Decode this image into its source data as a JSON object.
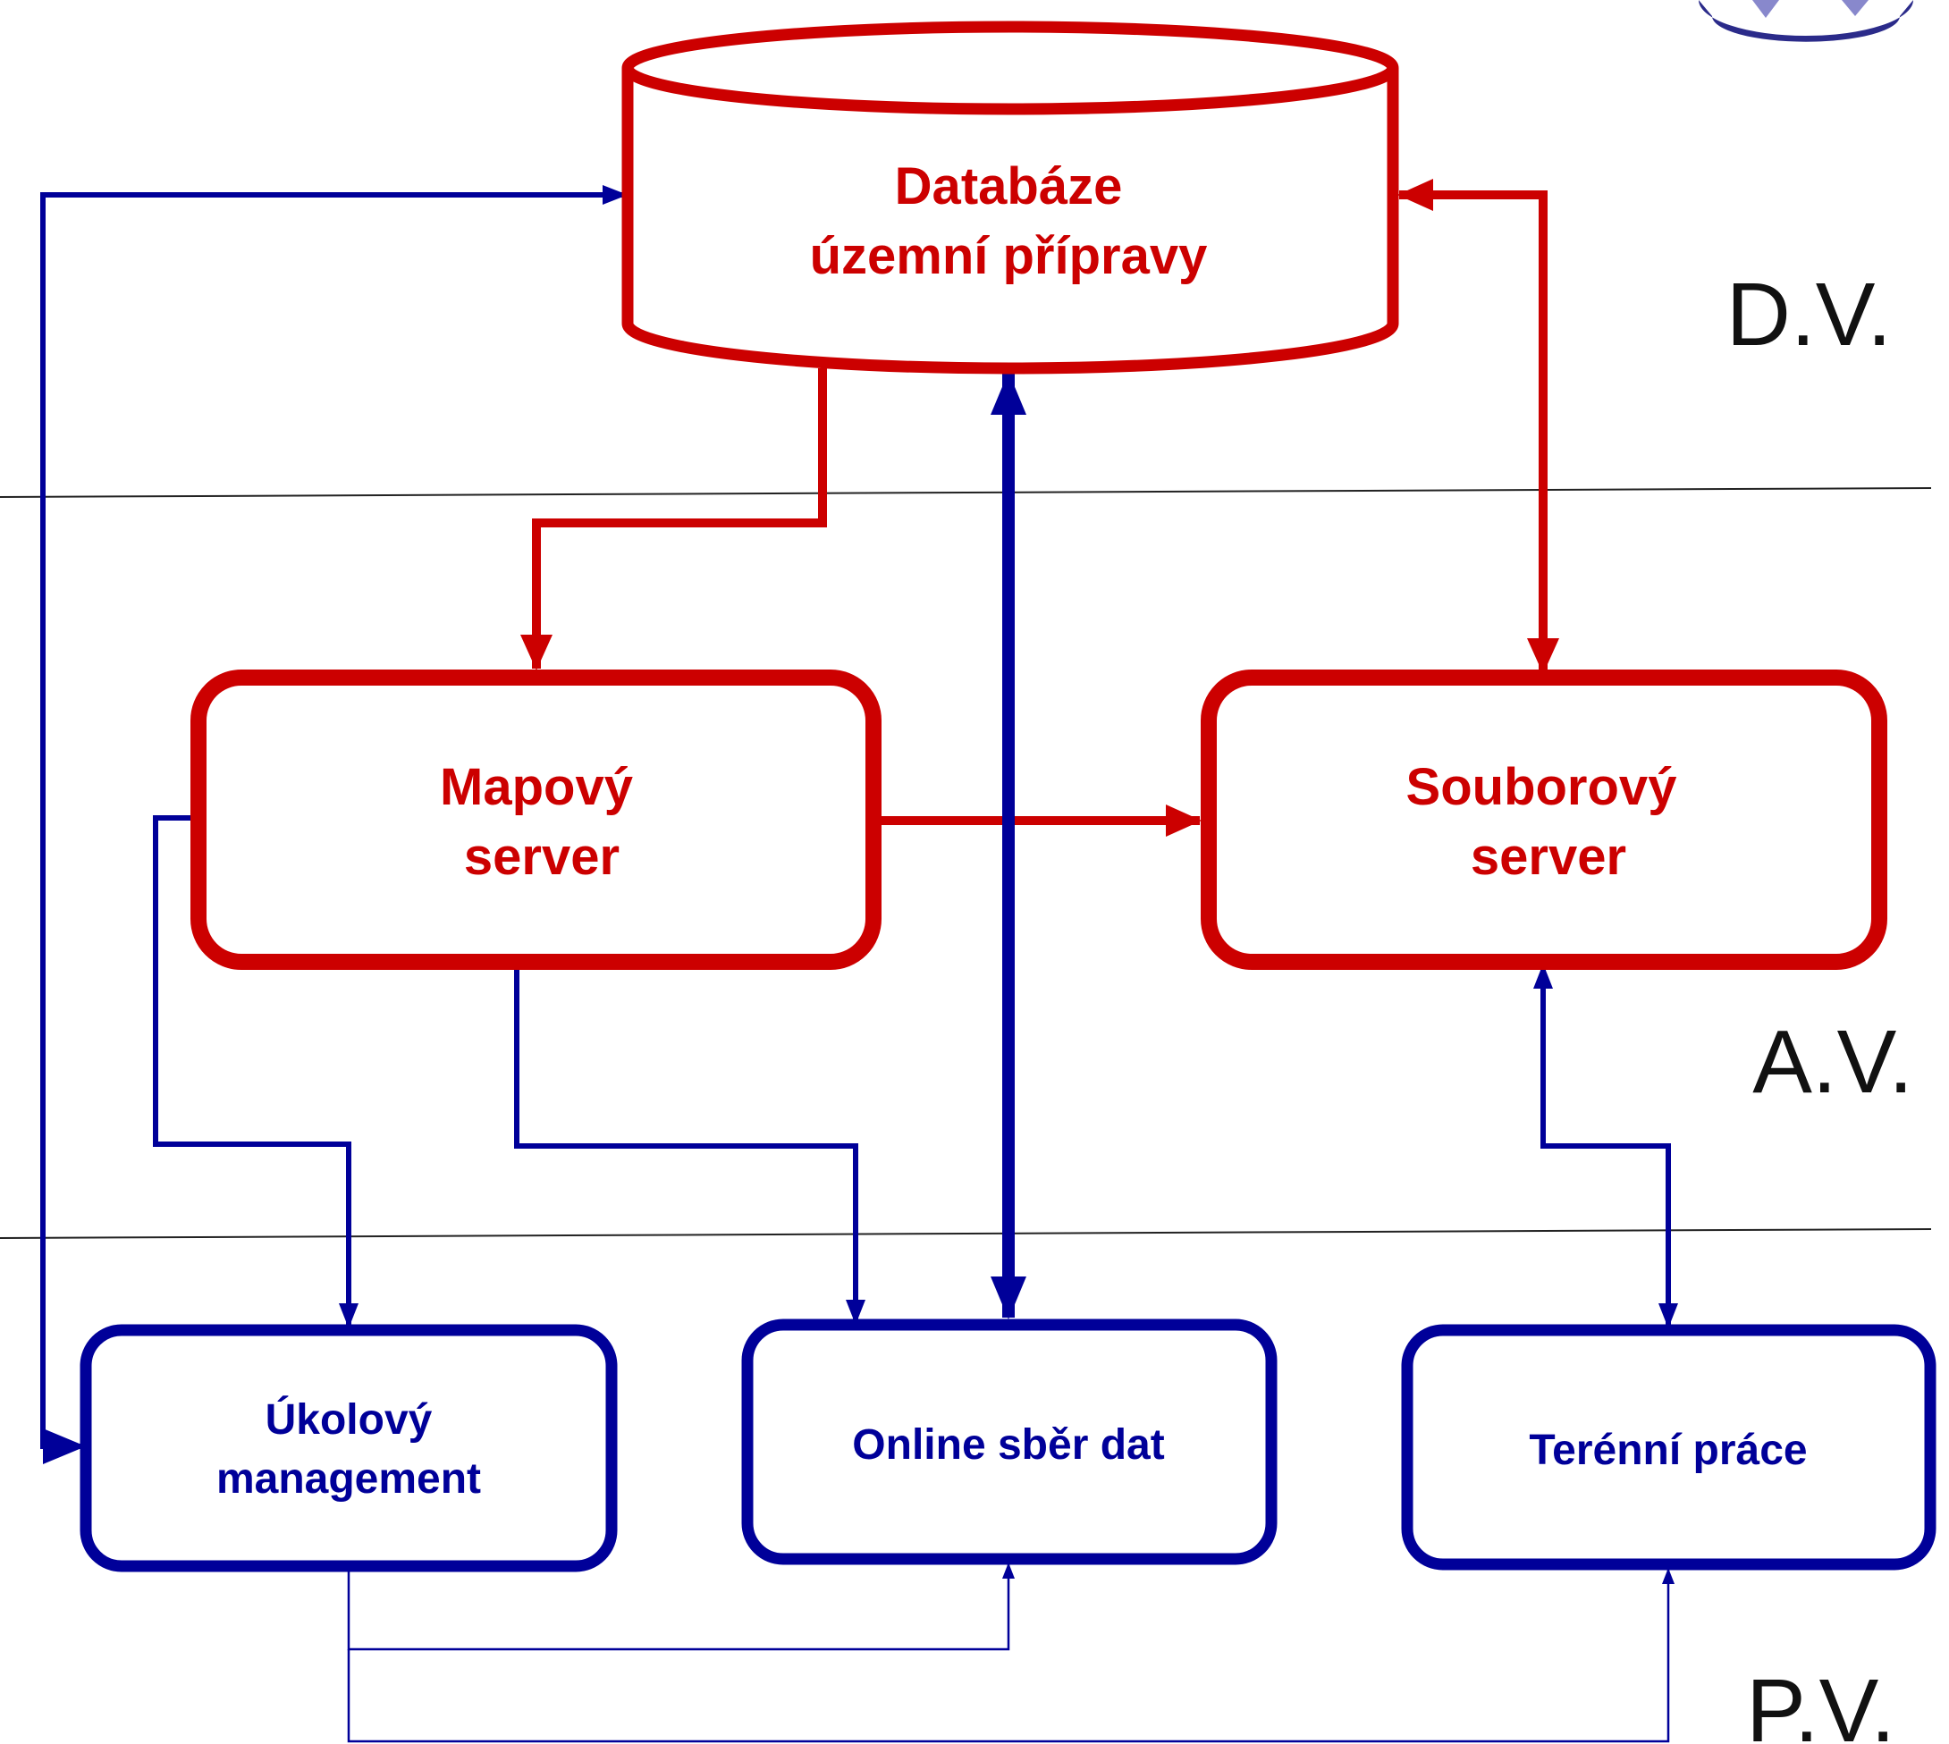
{
  "colors": {
    "red": "#CC0000",
    "blue": "#000099",
    "divider": "#222222",
    "text_dark": "#111111",
    "logo": "#2B2B8A"
  },
  "nodes": {
    "database": {
      "line1": "Databáze",
      "line2": "územní přípravy"
    },
    "map_server": {
      "line1": "Mapový",
      "line2": "server"
    },
    "file_server": {
      "line1": "Souborový",
      "line2": "server"
    },
    "task_management": {
      "line1": "Úkolový",
      "line2": "management"
    },
    "online_collection": {
      "line1": "Online sběr dat"
    },
    "field_work": {
      "line1": "Terénní práce"
    }
  },
  "levels": {
    "dv": "D.V.",
    "av": "A.V.",
    "pv": "P.V."
  }
}
